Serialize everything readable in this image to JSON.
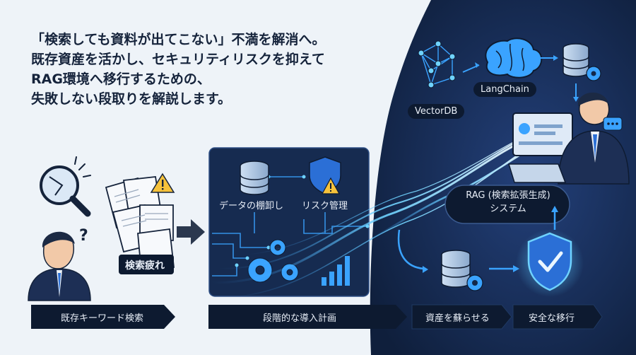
{
  "headline": {
    "line1": "「検索しても資料が出てこない」不満を解消へ。",
    "line2": "既存資産を活かし、セキュリティリスクを抑えて",
    "line3": "RAG環境へ移行するための、",
    "line4": "失敗しない段取りを解説します。"
  },
  "left_panel": {
    "tired_badge": "検索疲れ",
    "bar_label": "既存キーワード検索"
  },
  "center_panel": {
    "data_label": "データの棚卸し",
    "risk_label": "リスク管理",
    "bar_label": "段階的な導入計画"
  },
  "right_panel": {
    "vectordb_label": "VectorDB",
    "langchain_label": "LangChain",
    "rag_line1": "RAG (検索拡張生成)",
    "rag_line2": "システム",
    "revive_label": "資産を蘇らせる",
    "safe_label": "安全な移行"
  },
  "colors": {
    "dark_bg": "#13284a",
    "bar_bg": "#0d1a30",
    "accent": "#3aa3ff",
    "glow": "#6fd3ff",
    "light_bg": "#eef3f8"
  }
}
